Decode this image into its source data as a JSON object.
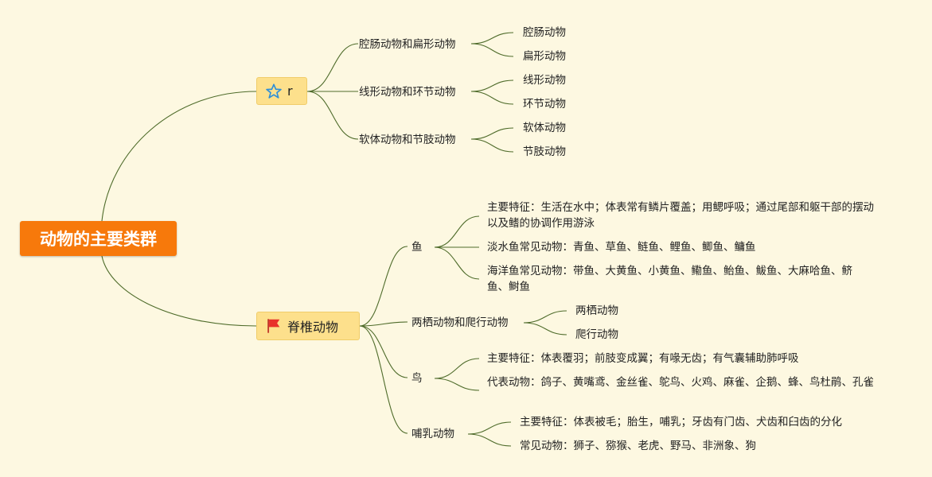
{
  "root": {
    "title": "动物的主要类群"
  },
  "branches": [
    {
      "icon": "star-outline-icon",
      "label": "r",
      "groups": [
        {
          "label": "腔肠动物和扁形动物",
          "items": [
            "腔肠动物",
            "扁形动物"
          ]
        },
        {
          "label": "线形动物和环节动物",
          "items": [
            "线形动物",
            "环节动物"
          ]
        },
        {
          "label": "软体动物和节肢动物",
          "items": [
            "软体动物",
            "节肢动物"
          ]
        }
      ]
    },
    {
      "icon": "red-flag-icon",
      "label": "脊椎动物",
      "groups": [
        {
          "label": "鱼",
          "items": [
            "主要特征：生活在水中；体表常有鳞片覆盖；用鳃呼吸；通过尾部和躯干部的摆动以及鳍的协调作用游泳",
            "淡水鱼常见动物：青鱼、草鱼、鲢鱼、鲤鱼、鲫鱼、鳙鱼",
            "海洋鱼常见动物：带鱼、大黄鱼、小黄鱼、鳓鱼、鲐鱼、鲅鱼、大麻哈鱼、鲚鱼、鲥鱼"
          ]
        },
        {
          "label": "两栖动物和爬行动物",
          "items": [
            "两栖动物",
            "爬行动物"
          ]
        },
        {
          "label": "鸟",
          "items": [
            "主要特征：体表覆羽；前肢变成翼；有喙无齿；有气囊辅助肺呼吸",
            "代表动物：鸽子、黄嘴鸢、金丝雀、鸵鸟、火鸡、麻雀、企鹅、蜂、鸟杜鹃、孔雀"
          ]
        },
        {
          "label": "哺乳动物",
          "items": [
            "主要特征：体表被毛；胎生，哺乳；牙齿有门齿、犬齿和臼齿的分化",
            "常见动物：狮子、猕猴、老虎、野马、非洲象、狗"
          ]
        }
      ]
    }
  ],
  "colors": {
    "root": "#f7790b",
    "branch": "#fde08c",
    "line": "#4e6b2a",
    "background": "#fdf8e1"
  }
}
